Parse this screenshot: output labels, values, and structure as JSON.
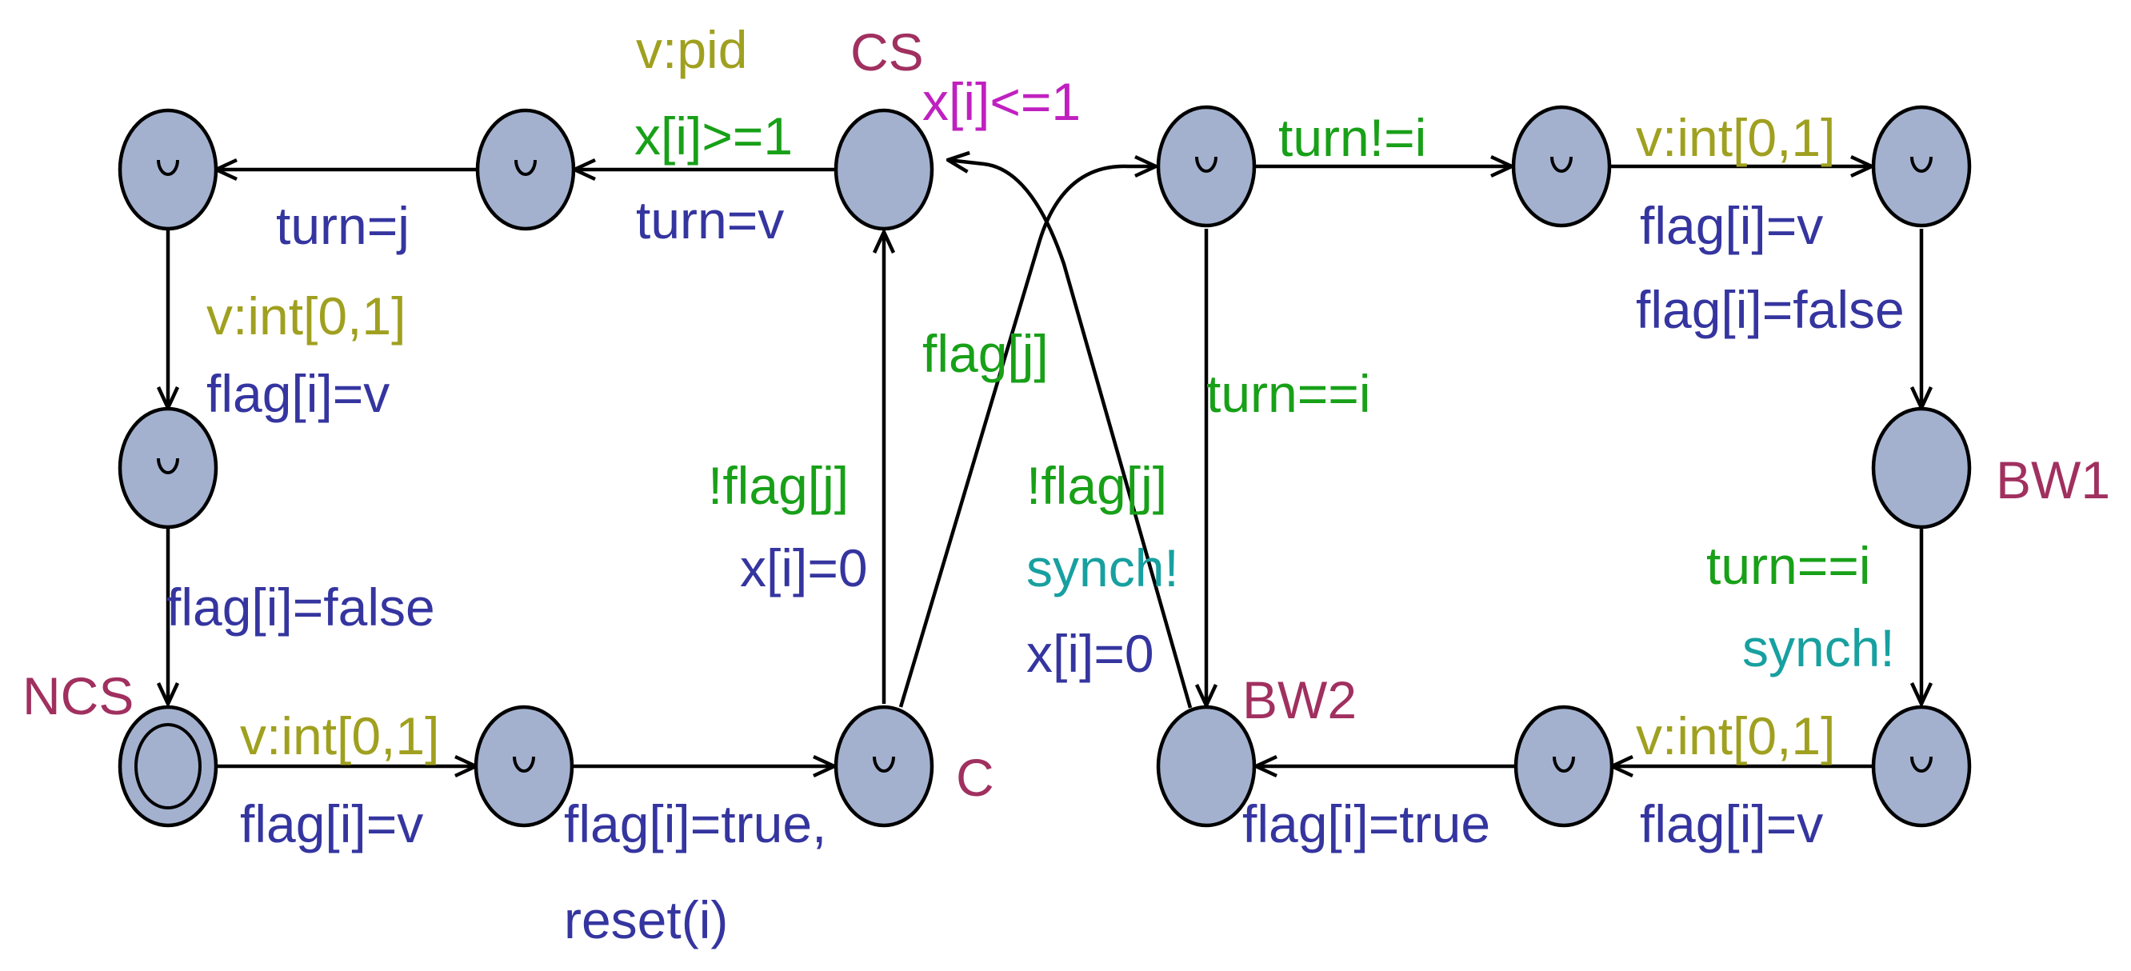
{
  "colors": {
    "location_fill": "#a3b1cf",
    "location_name": "#a0305f",
    "guard": "#18a018",
    "update": "#3535a0",
    "select": "#a0a020",
    "sync": "#18a0a0",
    "invariant": "#c020c0"
  },
  "locations": {
    "ncs": "NCS",
    "c": "C",
    "cs": "CS",
    "bw1": "BW1",
    "bw2": "BW2"
  },
  "invariants": {
    "cs": "x[i]<=1"
  },
  "edges": {
    "cs_to_a": {
      "select": "v:pid",
      "guard": "x[i]>=1",
      "update": "turn=v"
    },
    "a_to_b": {
      "update": "turn=j"
    },
    "b_to_d": {
      "select": "v:int[0,1]",
      "update": "flag[i]=v"
    },
    "d_to_ncs": {
      "update": "flag[i]=false"
    },
    "ncs_to_e": {
      "select": "v:int[0,1]",
      "update": "flag[i]=v"
    },
    "e_to_c": {
      "update_line1": "flag[i]=true,",
      "update_line2": "reset(i)"
    },
    "c_to_cs": {
      "guard": "!flag[j]",
      "update": "x[i]=0"
    },
    "c_to_f": {
      "guard": "flag[j]"
    },
    "f_to_g": {
      "guard": "turn!=i"
    },
    "g_to_h": {
      "select": "v:int[0,1]",
      "update": "flag[i]=v"
    },
    "h_to_bw1": {
      "update": "flag[i]=false"
    },
    "f_to_bw2": {
      "guard": "turn==i"
    },
    "bw2_to_cs": {
      "guard": "!flag[j]",
      "sync": "synch!",
      "update": "x[i]=0"
    },
    "bw1_to_i": {
      "guard": "turn==i",
      "sync": "synch!"
    },
    "i_to_k": {
      "select": "v:int[0,1]",
      "update": "flag[i]=v"
    },
    "k_to_bw2": {
      "update": "flag[i]=true"
    }
  }
}
